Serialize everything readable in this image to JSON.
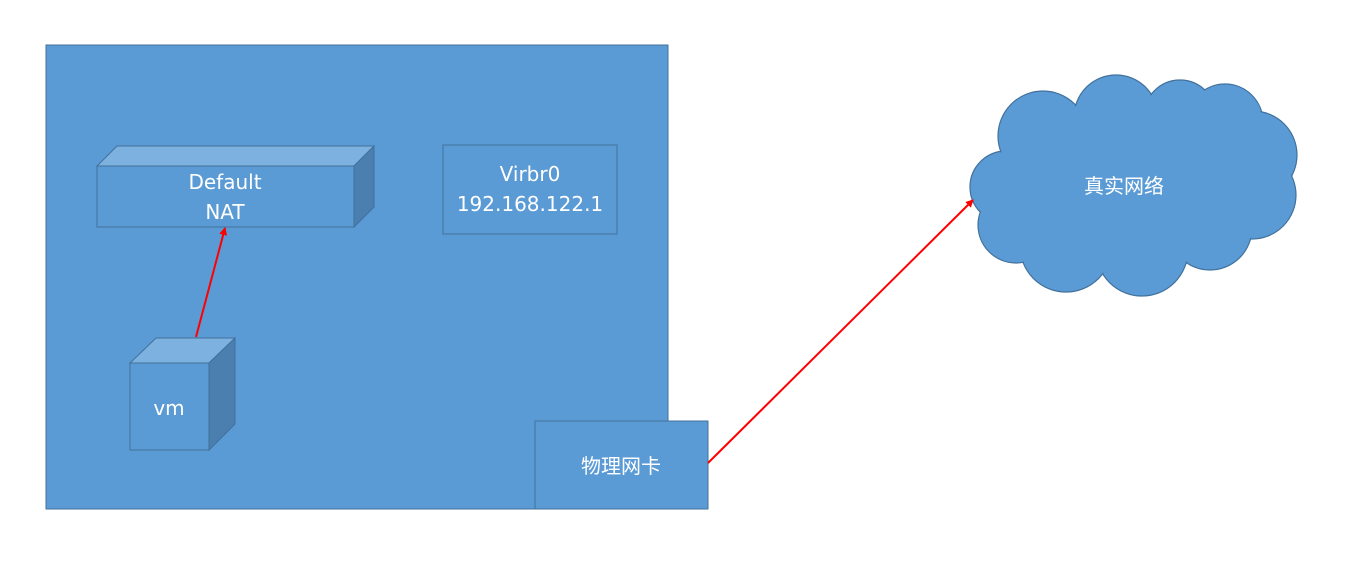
{
  "colors": {
    "fill": "#5b9bd5",
    "stroke": "#41719c",
    "top_face": "#7db1e0",
    "side_face": "#4a7fb0",
    "arrow": "#ff0000",
    "text": "#ffffff"
  },
  "nodes": {
    "nat_box": {
      "line1": "Default",
      "line2": "NAT"
    },
    "virbr0": {
      "line1": "Virbr0",
      "line2": "192.168.122.1"
    },
    "vm": {
      "label": "vm"
    },
    "nic": {
      "label": "物理网卡"
    },
    "cloud": {
      "label": "真实网络"
    }
  },
  "edges": [
    {
      "from": "vm",
      "to": "nat_box"
    },
    {
      "from": "nic",
      "to": "cloud"
    }
  ]
}
